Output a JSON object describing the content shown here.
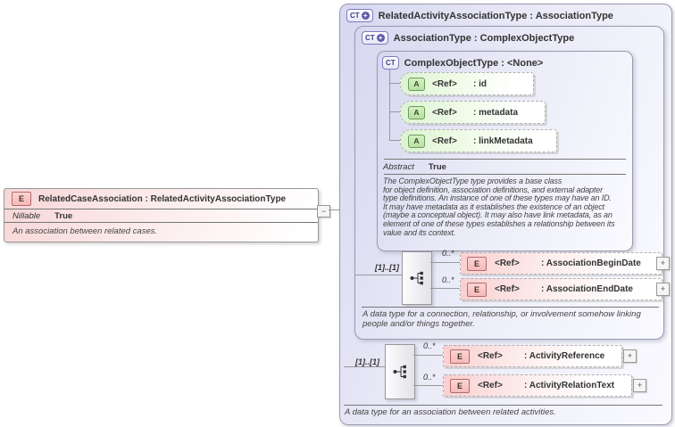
{
  "icons": {
    "expand": "+",
    "collapse": "−",
    "ct_plus": "+"
  },
  "left_element": {
    "badge": "E",
    "title": "RelatedCaseAssociation : RelatedActivityAssociationType",
    "property_name": "Nillable",
    "property_value": "True",
    "description": "An association between related cases."
  },
  "outer": {
    "badge": "CT",
    "title": "RelatedActivityAssociationType : AssociationType",
    "sequence_cardinality": "[1]..[1]",
    "items": [
      {
        "occurs": "0..*",
        "badge": "E",
        "ref_label": "<Ref>",
        "name": ": ActivityReference"
      },
      {
        "occurs": "0..*",
        "badge": "E",
        "ref_label": "<Ref>",
        "name": ": ActivityRelationText"
      }
    ],
    "description": "A data type for an association between related activities."
  },
  "association_type": {
    "badge": "CT",
    "title": "AssociationType : ComplexObjectType",
    "sequence_cardinality": "[1]..[1]",
    "items": [
      {
        "occurs": "0..*",
        "badge": "E",
        "ref_label": "<Ref>",
        "name": ": AssociationBeginDate"
      },
      {
        "occurs": "0..*",
        "badge": "E",
        "ref_label": "<Ref>",
        "name": ": AssociationEndDate"
      }
    ],
    "description": "A data type for a connection, relationship, or involvement somehow linking\npeople and/or things together."
  },
  "complex_object_type": {
    "badge": "CT",
    "title": "ComplexObjectType : <None>",
    "attributes": [
      {
        "badge": "A",
        "ref_label": "<Ref>",
        "name": ": id"
      },
      {
        "badge": "A",
        "ref_label": "<Ref>",
        "name": ": metadata"
      },
      {
        "badge": "A",
        "ref_label": "<Ref>",
        "name": ": linkMetadata"
      }
    ],
    "property_name": "Abstract",
    "property_value": "True",
    "description": "The ComplexObjectType type provides a base class\nfor object definition, association definitions, and external adapter\ntype definitions. An instance of one of these types may have an ID.\nIt may have metadata as it establishes the existence of an object\n(maybe a conceptual object). It may also have link metadata, as an\nelement of one of these types establishes a relationship between its\nvalue and its context."
  }
}
